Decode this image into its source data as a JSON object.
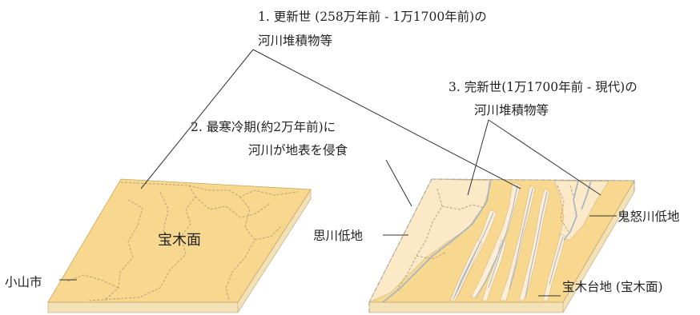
{
  "labels": {
    "pleistocene_line1": "1. 更新世 (258万年前 - 1万1700年前)の",
    "pleistocene_line2": "河川堆積物等",
    "holocene_line1": "3. 完新世(1万1700年前 - 現代)の",
    "holocene_line2": "河川堆積物等",
    "lgm_line1": "2. 最寒冷期(約2万年前)に",
    "lgm_line2": "河川が地表を侵食",
    "hoboku_surface": "宝木面",
    "oyama_city": "小山市",
    "omoigawa_lowland": "思川低地",
    "kinugawa_lowland": "鬼怒川低地",
    "hoboku_plateau": "宝木台地 (宝木面)"
  },
  "colors": {
    "plateau_top": "#f8d88f",
    "plateau_side": "#f3e1b8",
    "lowland_fill": "#fbe9c8",
    "valley_fill": "#ffeed6",
    "river": "#9fb3c8",
    "dashed_boundary": "#b9a07a",
    "leader_line": "#333333"
  }
}
